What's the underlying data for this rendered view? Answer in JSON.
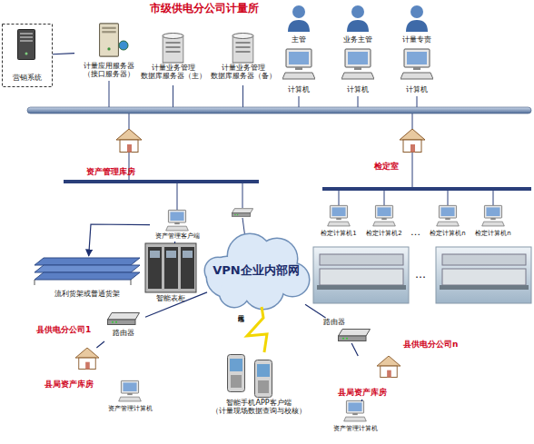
{
  "diagram": {
    "title": "市级供电分公司计量所",
    "nodes": [
      {
        "text": [
          "营销系统"
        ]
      },
      {
        "text": [
          "计量应用服务器 （接口服务器）"
        ]
      },
      {
        "text": [
          "计量业务管理 数据库服务器（主）"
        ]
      },
      {
        "text": [
          "计量业务管理 数据库服务器（备）"
        ]
      },
      {
        "text": [
          "主管"
        ]
      },
      {
        "text": [
          "业务主管"
        ]
      },
      {
        "text": [
          "计量专责"
        ]
      },
      {
        "text": [
          "计算机"
        ]
      },
      {
        "text": [
          "计算机"
        ]
      },
      {
        "text": [
          "计算机"
        ]
      },
      {
        "text": [
          "资产管理库房"
        ]
      },
      {
        "text": [
          "检定室"
        ]
      },
      {
        "text": [
          "资产管理客户端"
        ]
      },
      {
        "text": [
          "流利货架或普通货架"
        ]
      },
      {
        "text": [
          "智能表柜"
        ]
      },
      {
        "text": [
          "VPN企业内部网"
        ]
      },
      {
        "text": [
          "路由器"
        ]
      },
      {
        "text": [
          "县局资产库房"
        ]
      },
      {
        "text": [
          "资产管理计算机"
        ]
      },
      {
        "text": [
          "智能手机APP客户端 （计量现场数据查询与校核）"
        ]
      },
      {
        "text": [
          "路由器"
        ]
      },
      {
        "text": [
          "县局资产库房"
        ]
      },
      {
        "text": [
          "资产管理计算机"
        ]
      },
      {
        "text": [
          "检定计算机1"
        ]
      },
      {
        "text": [
          "检定计算机2"
        ]
      },
      {
        "text": [
          "检定计算机n"
        ]
      },
      {
        "text": [
          "检定计算机n"
        ]
      }
    ],
    "edges": [
      {
        "from": 0,
        "to": 1,
        "arrow": "none"
      },
      {
        "from": 12,
        "to": 13,
        "arrow": "to"
      },
      {
        "from": 12,
        "to": 14,
        "arrow": "none"
      },
      {
        "from": 15,
        "to": 16,
        "arrow": "none"
      },
      {
        "from": 16,
        "to": 17,
        "arrow": "none"
      },
      {
        "from": 17,
        "to": 18,
        "arrow": "none"
      },
      {
        "from": 15,
        "to": 20,
        "arrow": "none"
      },
      {
        "from": 20,
        "to": 21,
        "arrow": "none"
      },
      {
        "from": 21,
        "to": 22,
        "arrow": "none"
      },
      {
        "from": 15,
        "to": 19,
        "label": "无线网络",
        "arrow": "none"
      }
    ],
    "labels": [
      "县供电分公司1",
      "县供电分公司n",
      "…",
      "…"
    ]
  }
}
